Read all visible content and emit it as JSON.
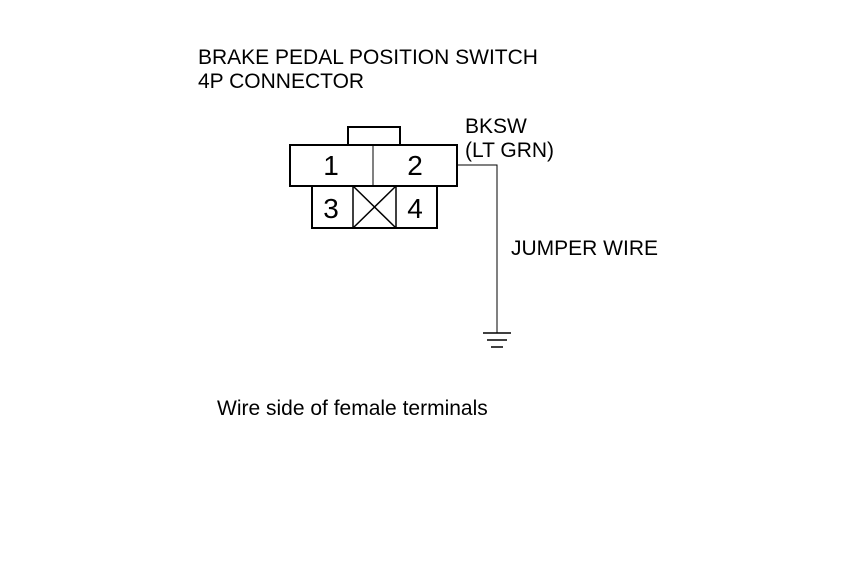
{
  "title": {
    "line1": "BRAKE PEDAL POSITION SWITCH",
    "line2": "4P CONNECTOR"
  },
  "connector": {
    "pins": [
      "1",
      "2",
      "3",
      "4"
    ],
    "empty_cavity": "between pin 3 and pin 4"
  },
  "wire": {
    "name": "BKSW",
    "color": "(LT GRN)",
    "jumper_label": "JUMPER WIRE"
  },
  "symbols": [
    "ground-icon"
  ],
  "caption": "Wire side of female terminals"
}
